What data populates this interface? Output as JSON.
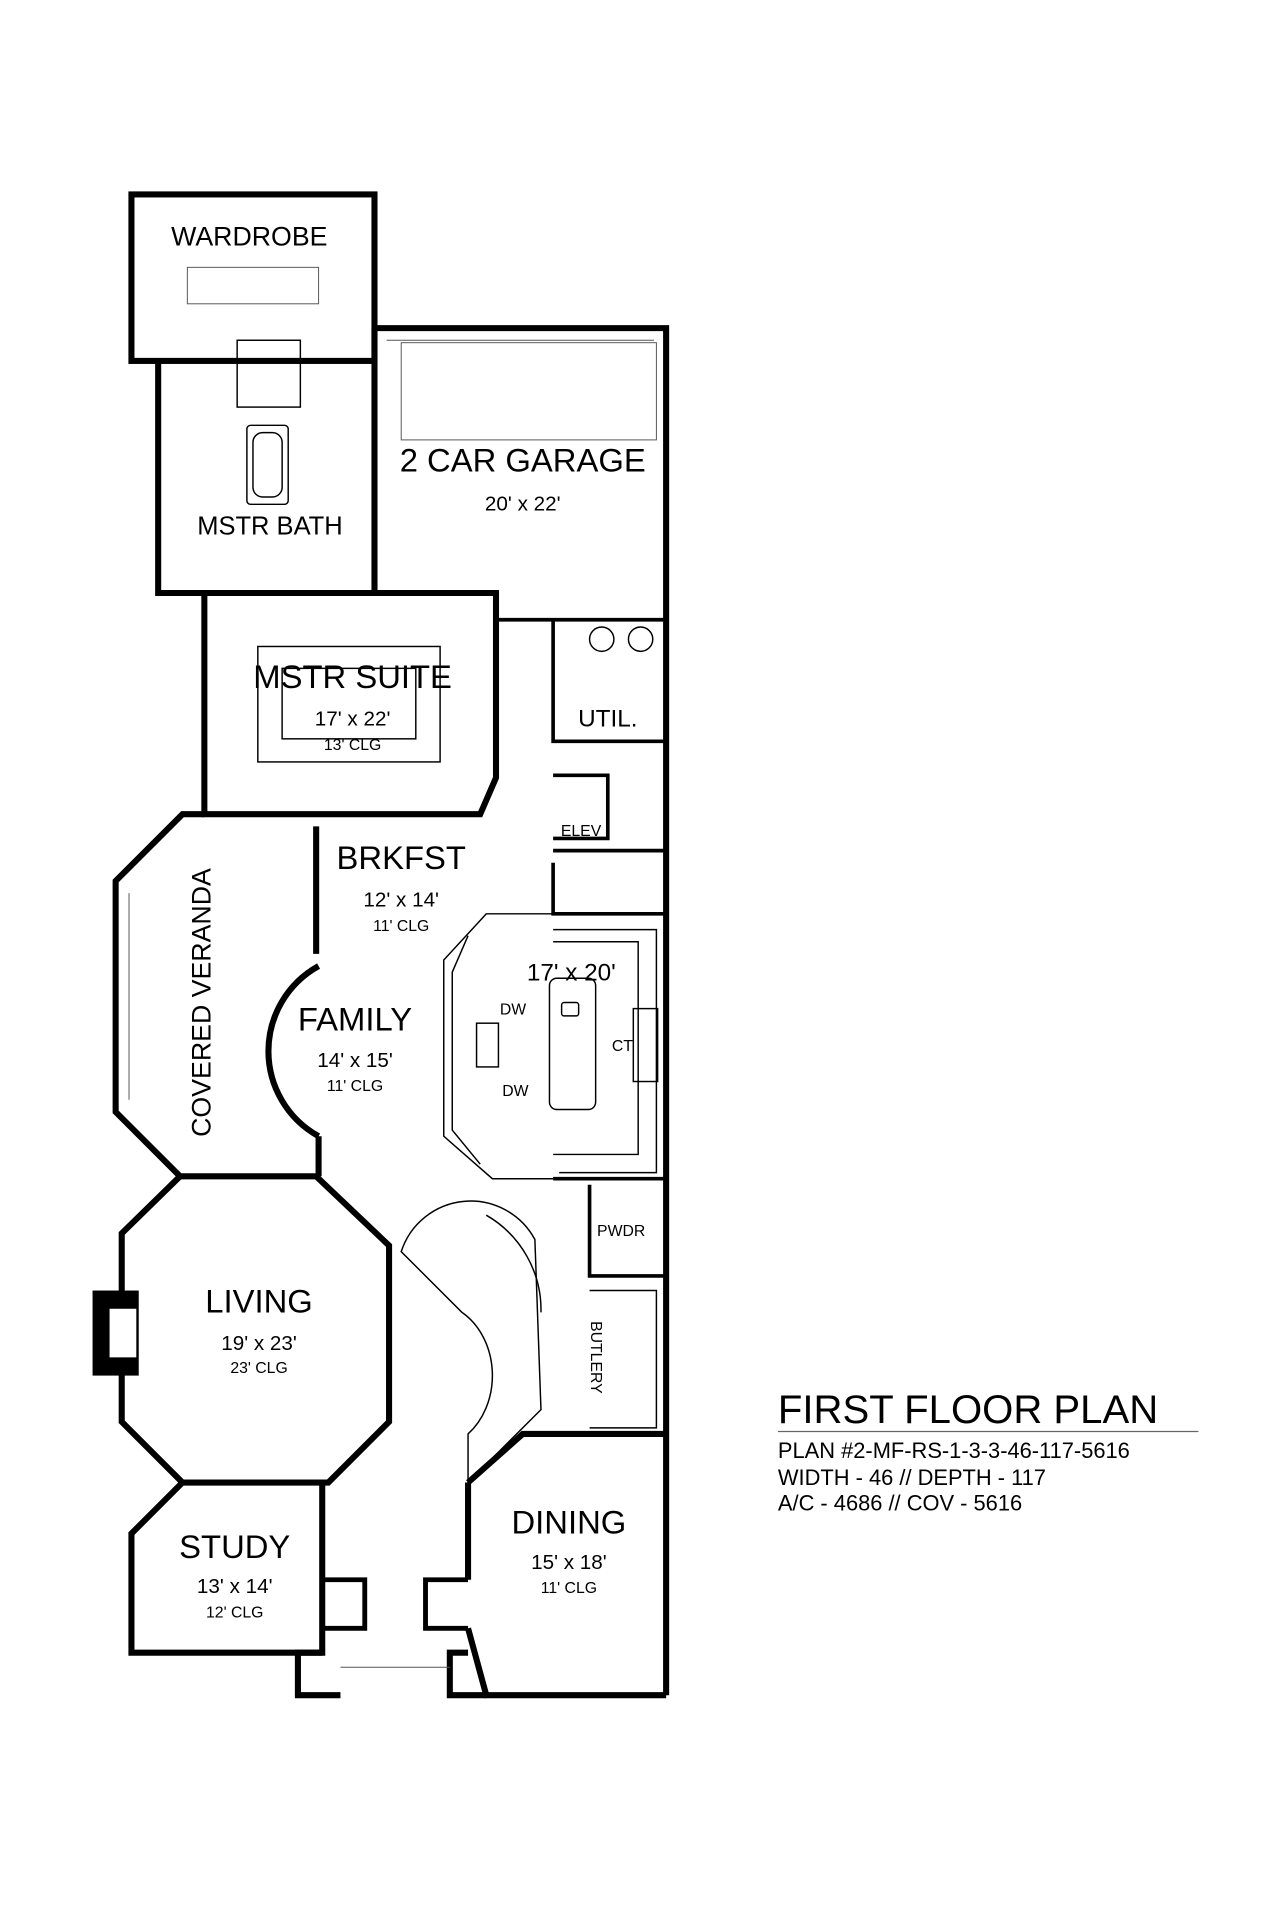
{
  "rooms": {
    "wardrobe": {
      "name": "WARDROBE"
    },
    "garage": {
      "name": "2 CAR GARAGE",
      "size": "20' x 22'"
    },
    "mstr_bath": {
      "name": "MSTR BATH"
    },
    "mstr_suite": {
      "name": "MSTR SUITE",
      "size": "17' x 22'",
      "clg": "13' CLG"
    },
    "util": {
      "name": "UTIL."
    },
    "elev": {
      "name": "ELEV"
    },
    "brkfst": {
      "name": "BRKFST",
      "size": "12' x 14'",
      "clg": "11' CLG"
    },
    "veranda": {
      "name": "COVERED VERANDA"
    },
    "kitchen": {
      "size": "17' x 20'",
      "dw1": "DW",
      "dw2": "DW",
      "ct": "CT"
    },
    "family": {
      "name": "FAMILY",
      "size": "14' x 15'",
      "clg": "11' CLG"
    },
    "living": {
      "name": "LIVING",
      "size": "19' x 23'",
      "clg": "23' CLG"
    },
    "pwdr": {
      "name": "PWDR"
    },
    "butlery": {
      "name": "BUTLERY"
    },
    "dining": {
      "name": "DINING",
      "size": "15' x 18'",
      "clg": "11' CLG"
    },
    "study": {
      "name": "STUDY",
      "size": "13' x 14'",
      "clg": "12' CLG"
    }
  },
  "title_block": {
    "title": "FIRST FLOOR PLAN",
    "plan": "PLAN #2-MF-RS-1-3-3-46-117-5616",
    "dims": "WIDTH - 46 // DEPTH - 117",
    "area": "A/C - 4686 // COV - 5616"
  }
}
